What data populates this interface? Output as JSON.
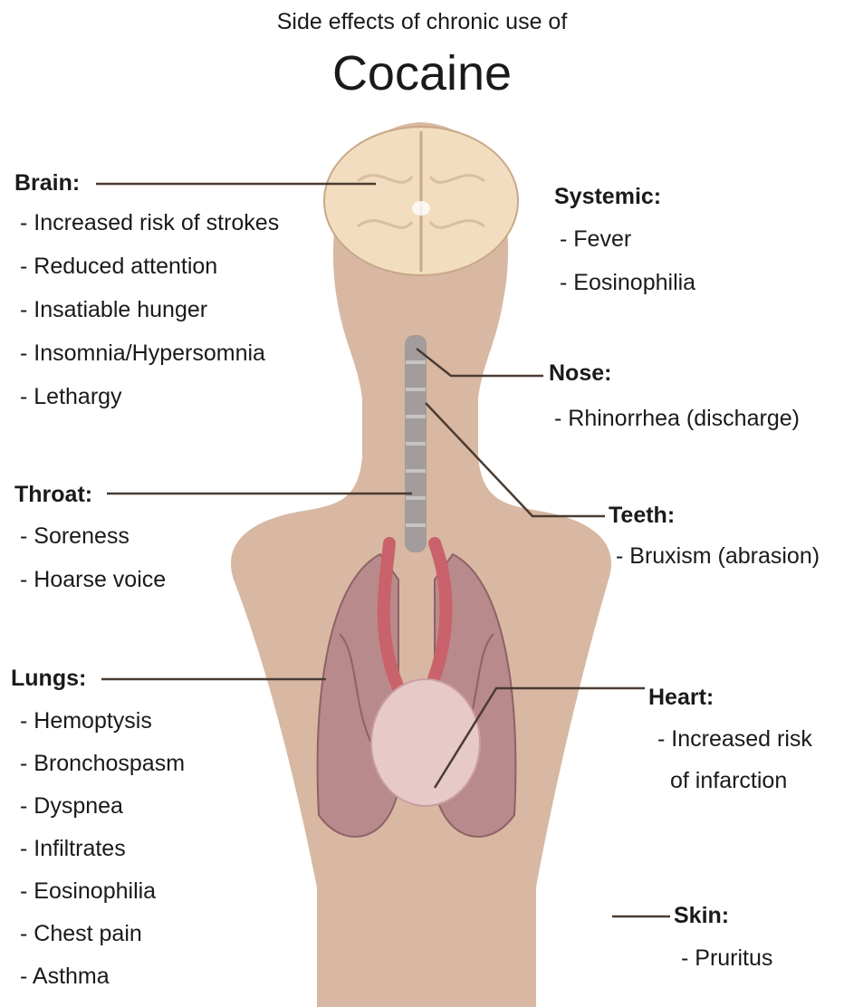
{
  "subtitle": "Side effects of chronic use of",
  "title": "Cocaine",
  "colors": {
    "body": "#d8b8a2",
    "leader_line": "#4a3b33",
    "lungs": "#b98a8c",
    "heart": "#e7c9ca",
    "trachea": "#a39c9b",
    "brain": "#f2ddc0"
  },
  "sections": {
    "brain": {
      "heading": "Brain:",
      "items": [
        "- Increased risk of strokes",
        "- Reduced attention",
        "- Insatiable hunger",
        "- Insomnia/Hypersomnia",
        "- Lethargy"
      ]
    },
    "systemic": {
      "heading": "Systemic:",
      "items": [
        "- Fever",
        "- Eosinophilia"
      ]
    },
    "nose": {
      "heading": "Nose:",
      "items": [
        "- Rhinorrhea (discharge)"
      ]
    },
    "throat": {
      "heading": "Throat:",
      "items": [
        "- Soreness",
        "- Hoarse voice"
      ]
    },
    "teeth": {
      "heading": "Teeth:",
      "items": [
        "- Bruxism (abrasion)"
      ]
    },
    "lungs": {
      "heading": "Lungs:",
      "items": [
        "- Hemoptysis",
        "- Bronchospasm",
        "- Dyspnea",
        "- Infiltrates",
        "- Eosinophilia",
        "- Chest pain",
        "- Asthma"
      ]
    },
    "heart": {
      "heading": "Heart:",
      "items": [
        "- Increased risk",
        "of infarction"
      ]
    },
    "skin": {
      "heading": "Skin:",
      "items": [
        "- Pruritus"
      ]
    }
  }
}
